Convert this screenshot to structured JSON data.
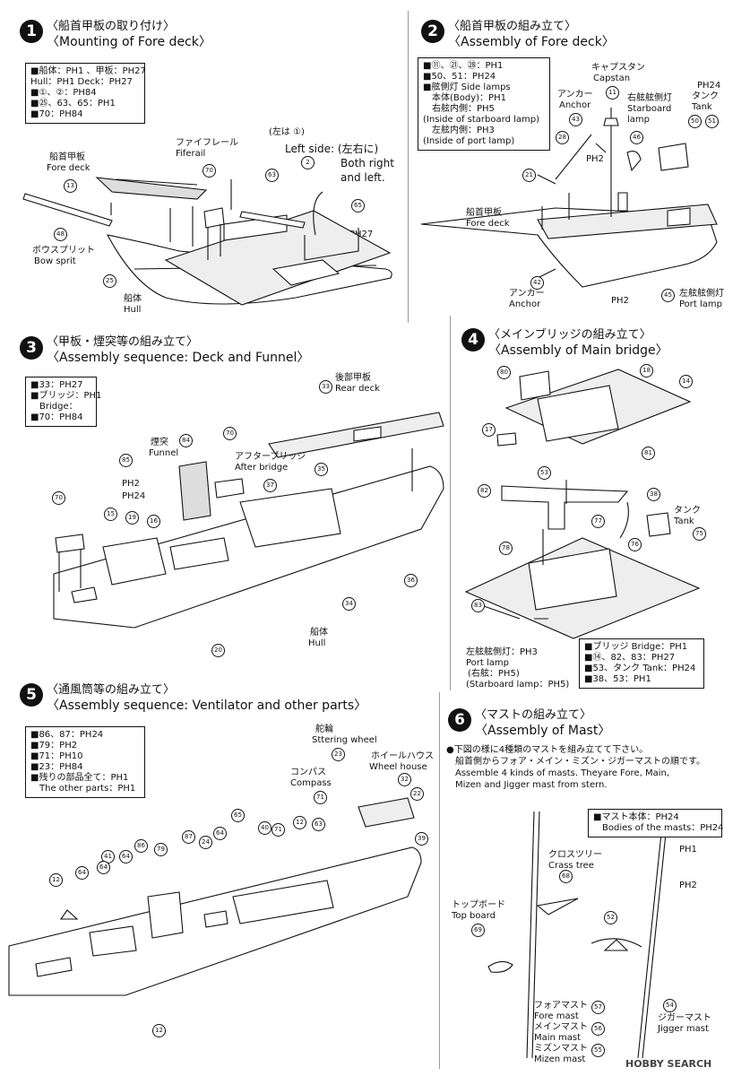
{
  "step1": {
    "num": "1",
    "title_jp": "〈船首甲板の取り付け〉",
    "title_en": "〈Mounting of Fore deck〉",
    "box": [
      "■船体：PH1 、甲板：PH27",
      "Hull：PH1 Deck：PH27",
      "■①、②：PH84",
      "■㉕、63、65：PH1",
      "■70：PH84"
    ],
    "labels": {
      "fore_deck_jp": "船首甲板",
      "fore_deck_en": "Fore deck",
      "fiferail_jp": "ファイフレール",
      "fiferail_en": "Fiferail",
      "left_note_1": "(左は ①)",
      "left_note_2": "Left side: (左右に)",
      "left_note_3": "Both right",
      "left_note_4": "and left.",
      "bowsprit_jp": "ボウスプリット",
      "bowsprit_en": "Bow sprit",
      "hull_jp": "船体",
      "hull_en": "Hull",
      "ph27": "PH27"
    },
    "parts": [
      "13",
      "70",
      "63",
      "2",
      "65",
      "48",
      "25"
    ]
  },
  "step2": {
    "num": "2",
    "title_jp": "〈船首甲板の組み立て〉",
    "title_en": "〈Assembly of Fore deck〉",
    "box": [
      "■⑪、㉑、㉘：PH1",
      "■50、51：PH24",
      "■舷側灯 Side lamps",
      "本体(Body)：PH1",
      "右舷内側：PH5",
      "(Inside of starboard lamp)",
      "左舷内側：PH3",
      "(Inside of port lamp)"
    ],
    "labels": {
      "capstan_jp": "キャプスタン",
      "capstan_en": "Capstan",
      "anchor_jp": "アンカー",
      "anchor_en": "Anchor",
      "starboard_jp": "右舷舷側灯",
      "starboard_en_1": "Starboard",
      "starboard_en_2": "lamp",
      "tank_jp": "タンク",
      "tank_en": "Tank",
      "fore_deck_jp": "船首甲板",
      "fore_deck_en": "Fore deck",
      "anchor2_jp": "アンカー",
      "anchor2_en": "Anchor",
      "port_jp": "左舷舷側灯",
      "port_en": "Port lamp",
      "ph24": "PH24",
      "ph2a": "PH2",
      "ph2b": "PH2"
    },
    "parts": [
      "11",
      "43",
      "28",
      "46",
      "50",
      "51",
      "21",
      "42",
      "45"
    ]
  },
  "step3": {
    "num": "3",
    "title_jp": "〈甲板・煙突等の組み立て〉",
    "title_en": "〈Assembly sequence: Deck and Funnel〉",
    "box": [
      "■33：PH27",
      "■ブリッジ：PH1",
      "Bridge：",
      "■70：PH84"
    ],
    "labels": {
      "rear_deck_jp": "後部甲板",
      "rear_deck_en": "Rear deck",
      "funnel_jp": "煙突",
      "funnel_en": "Funnel",
      "after_bridge_jp": "アフターブリッジ",
      "after_bridge_en": "After bridge",
      "hull_jp": "船体",
      "hull_en": "Hull",
      "ph2": "PH2",
      "ph24": "PH24"
    },
    "parts": [
      "33",
      "85",
      "84",
      "70",
      "37",
      "35",
      "70",
      "15",
      "19",
      "16",
      "34",
      "36",
      "20"
    ]
  },
  "step4": {
    "num": "4",
    "title_jp": "〈メインブリッジの組み立て〉",
    "title_en": "〈Assembly of Main bridge〉",
    "box": [
      "■ブリッジ Bridge：PH1",
      "■⑭、82、83：PH27",
      "■53、タンク Tank：PH24",
      "■38、53：PH1"
    ],
    "labels": {
      "tank_jp": "タンク",
      "tank_en": "Tank",
      "port_jp": "左舷舷側灯：PH3",
      "port_en": "Port lamp",
      "starboard_jp": "(右舷：PH5)",
      "starboard_en": "(Starboard lamp：PH5)"
    },
    "parts": [
      "80",
      "18",
      "14",
      "17",
      "81",
      "53",
      "82",
      "38",
      "77",
      "75",
      "76",
      "78",
      "83"
    ]
  },
  "step5": {
    "num": "5",
    "title_jp": "〈通風筒等の組み立て〉",
    "title_en": "〈Assembly sequence: Ventilator and other parts〉",
    "box": [
      "■86、87：PH24",
      "■79：PH2",
      "■71：PH10",
      "■23：PH84",
      "■残りの部品全て：PH1",
      "The other parts：PH1"
    ],
    "labels": {
      "wheel_jp": "舵輪",
      "wheel_en": "Sttering wheel",
      "wheelhouse_jp": "ホイールハウス",
      "wheelhouse_en": "Wheel house",
      "compass_jp": "コンパス",
      "compass_en": "Compass"
    },
    "parts": [
      "23",
      "32",
      "22",
      "71",
      "65",
      "40",
      "71",
      "12",
      "63",
      "64",
      "39",
      "41",
      "64",
      "86",
      "79",
      "87",
      "24",
      "64",
      "12",
      "64",
      "12"
    ]
  },
  "step6": {
    "num": "6",
    "title_jp": "〈マストの組み立て〉",
    "title_en": "〈Assembly of Mast〉",
    "note": [
      "●下図の様に4種類のマストを組み立てて下さい。",
      "船首側からフォア・メイン・ミズン・ジガーマストの順です。",
      "Assemble 4 kinds of masts. Theyare Fore, Main,",
      "Mizen and Jigger mast from stern."
    ],
    "box": [
      "■マスト本体：PH24",
      "Bodies of the masts：PH24"
    ],
    "labels": {
      "crosstree_jp": "クロスツリー",
      "crosstree_en": "Crass tree",
      "topboard_jp": "トップボード",
      "topboard_en": "Top board",
      "fore_jp": "フォアマスト",
      "fore_en": "Fore mast",
      "main_jp": "メインマスト",
      "main_en": "Main mast",
      "mizen_jp": "ミズンマスト",
      "mizen_en": "Mizen mast",
      "jigger_jp": "ジガーマスト",
      "jigger_en": "Jigger mast",
      "ph1": "PH1",
      "ph2": "PH2"
    },
    "parts": [
      "68",
      "69",
      "52",
      "57",
      "54",
      "56",
      "55"
    ]
  },
  "watermark": "HOBBY SEARCH"
}
